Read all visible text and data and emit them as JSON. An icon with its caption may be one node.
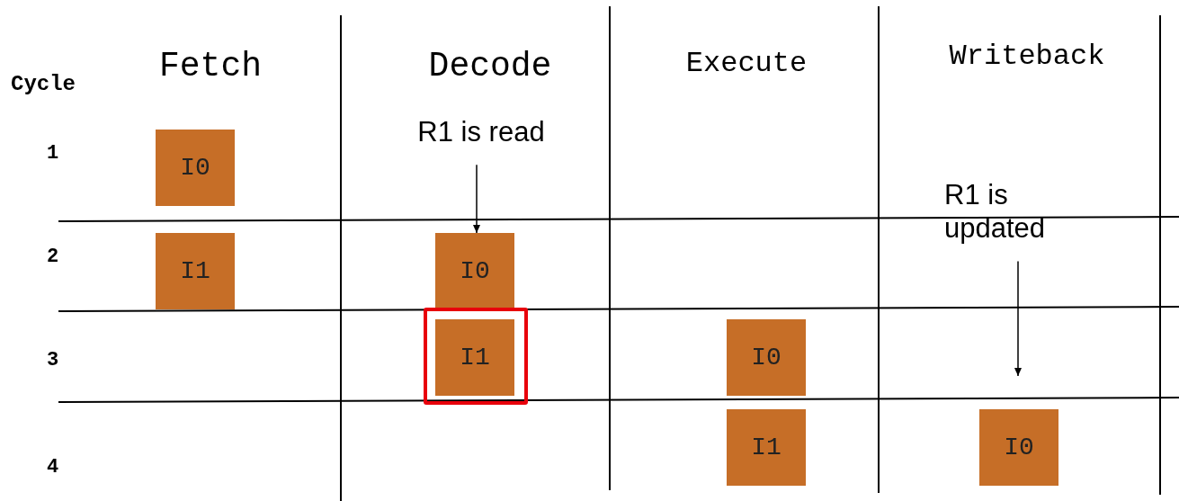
{
  "diagram": {
    "nodes": [
      {
        "text": [
          "R1 is read"
        ]
      },
      {
        "text": [
          "I0"
        ]
      },
      {
        "text": [
          "R1 is updated"
        ]
      },
      {
        "text": [
          "I1"
        ]
      },
      {
        "text": [
          "I0"
        ]
      },
      {
        "text": [],
        "shape": "box"
      },
      {
        "text": [
          "I1"
        ],
        "in": 5
      },
      {
        "text": [
          "I0"
        ]
      },
      {
        "text": [
          "I1"
        ]
      },
      {
        "text": [
          "I0"
        ]
      }
    ],
    "edges": [
      {
        "from": 0,
        "to": 4,
        "arrow": "to"
      },
      {
        "from": 2,
        "to": null,
        "arrow": "to"
      }
    ],
    "labels": [
      "Fetch",
      "Decode",
      "Execute",
      "Writeback",
      "Cycle",
      "1",
      "2",
      "3",
      "4"
    ]
  }
}
